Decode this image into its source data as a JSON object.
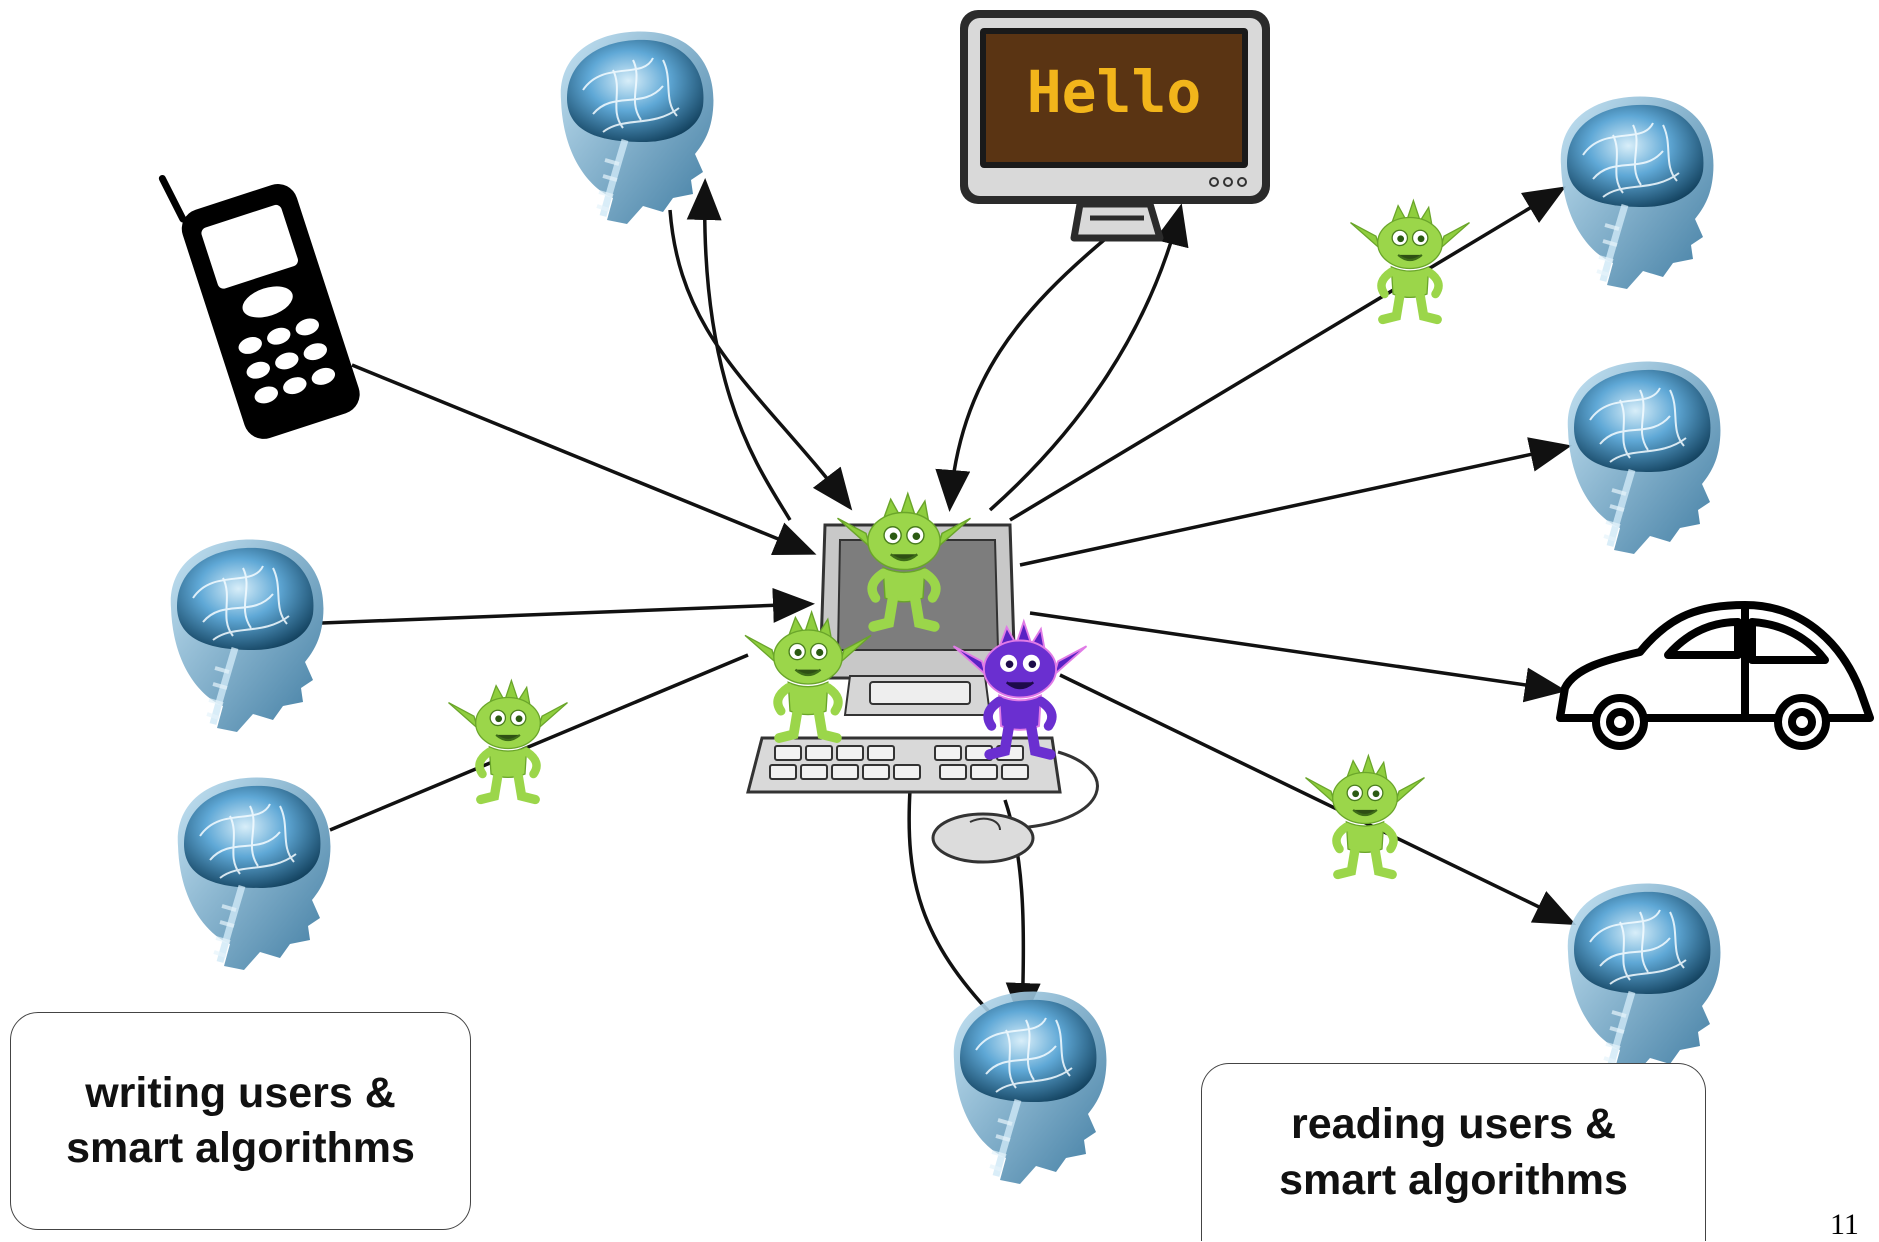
{
  "screen": {
    "text": "Hello"
  },
  "labels": {
    "writing_line1": "writing users &",
    "writing_line2": "smart algorithms",
    "reading_line1": "reading users &",
    "reading_line2": "smart algorithms"
  },
  "page_number": "11",
  "colors": {
    "screen_bg": "#5a3413",
    "screen_text": "#f2b51b",
    "goblin_green": "#9bd64a",
    "goblin_purple": "#6a2fd0",
    "brain_blue": "#4f9ed2",
    "arrow": "#111111"
  },
  "icons": {
    "phone": "mobile-phone-icon",
    "monitor": "monitor-icon",
    "car": "car-icon",
    "computer": "desktop-computer-icon",
    "brain": "brain-xray-icon",
    "goblin": "goblin-agent-icon"
  }
}
